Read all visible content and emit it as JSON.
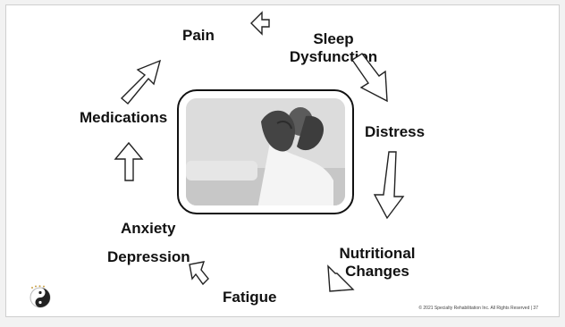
{
  "cycle": {
    "nodes": [
      {
        "label": "Pain"
      },
      {
        "label": "Sleep\nDysfunction"
      },
      {
        "label": "Distress"
      },
      {
        "label": "Nutritional\nChanges"
      },
      {
        "label": "Fatigue"
      },
      {
        "label": "Anxiety"
      },
      {
        "label": "Depression"
      },
      {
        "label": "Medications"
      }
    ]
  },
  "center_image": {
    "subject": "woman-holding-head-photo"
  },
  "footer": {
    "copyright": "© 2021 Specialty Rehabilitation Inc. All Rights Reserved | 37"
  },
  "logo": {
    "icon": "yin-yang-logo-icon"
  }
}
